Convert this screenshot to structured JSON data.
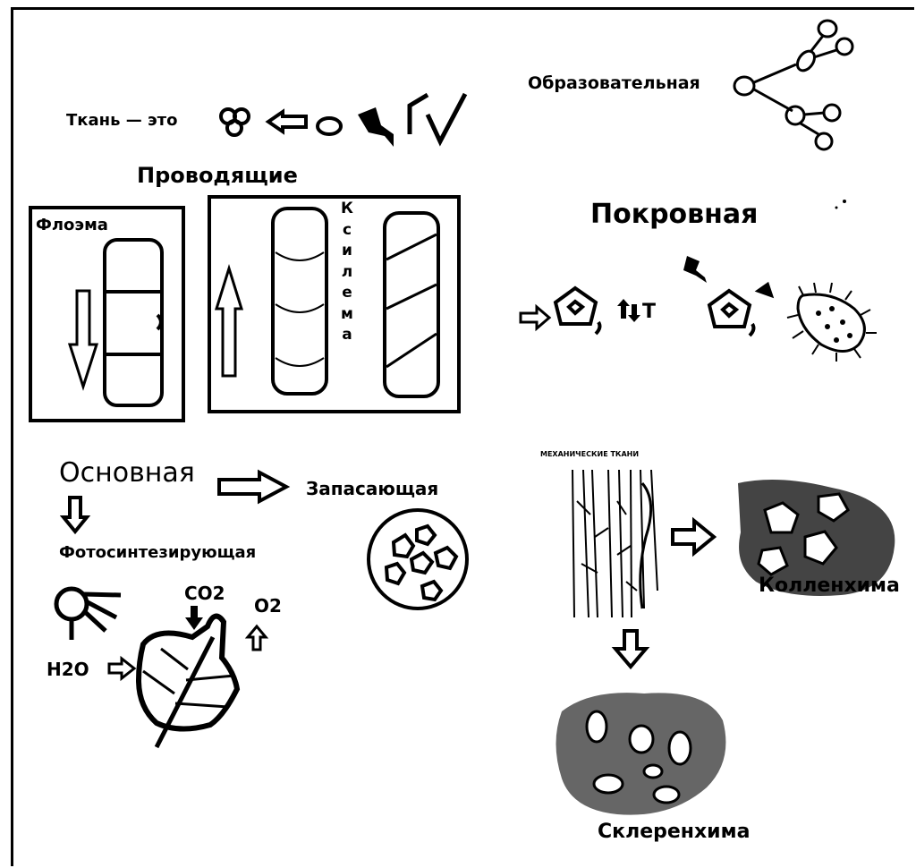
{
  "diagram": {
    "tissue_intro": "Ткань — это",
    "conducting": "Проводящие",
    "phloem": "Флоэма",
    "xylem_letters": [
      "К",
      "с",
      "и",
      "л",
      "е",
      "м",
      "а"
    ],
    "educational": "Образовательная",
    "integumentary": "Покровная",
    "integumentary_t": "Т",
    "basic": "Основная",
    "storage": "Запасающая",
    "photosynthetic": "Фотосинтезирующая",
    "co2": "CO2",
    "o2": "O2",
    "h2o": "H2O",
    "mechanical": "МЕХАНИЧЕСКИЕ ТКАНИ",
    "collenchyma": "Колленхима",
    "sclerenchyma": "Склеренхима"
  },
  "icons": [
    "cells-icon",
    "arrow-left-icon",
    "cell-icon",
    "lightning-icon",
    "plant-sprout-icon",
    "branching-cells-icon",
    "pentagon-cell-icon",
    "temperature-arrows-icon",
    "bacterium-icon",
    "sun-icon",
    "leaf-icon",
    "storage-cell-icon",
    "fiber-tissue-icon",
    "collenchyma-cells-icon",
    "sclerenchyma-cells-icon"
  ]
}
